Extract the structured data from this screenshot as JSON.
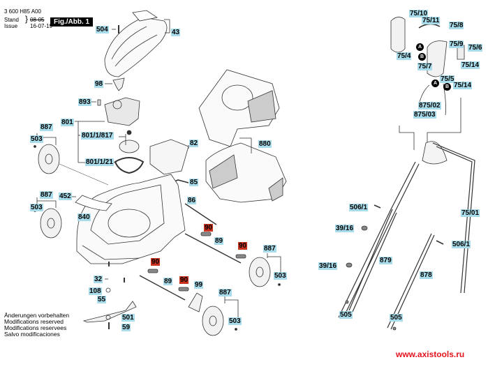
{
  "header": {
    "part_number": "3 600 H85 A00",
    "stand_label": "Stand",
    "issue_label": "Issue",
    "stand_value": "08-05",
    "issue_value": "16-07-19",
    "figure_label": "Fig./Abb. 1"
  },
  "notes": [
    "Änderungen vorbehalten",
    "Modifications reserved",
    "Modifications reservees",
    "Salvo modificaciones"
  ],
  "website": "www.axistools.ru",
  "colors": {
    "label_bg": "#a9dcea",
    "highlight_bg": "#c8321e",
    "url_color": "#e4141e"
  },
  "labels": {
    "p504": "504",
    "p43": "43",
    "p98": "98",
    "p893": "893",
    "p801": "801",
    "p801_1_817": "801/1/817",
    "p801_1_21": "801/1/21",
    "p82": "82",
    "p880": "880",
    "p887a": "887",
    "p503a": "503",
    "p887b": "887",
    "p503b": "503",
    "p452": "452",
    "p840": "840",
    "p85": "85",
    "p86": "86",
    "p90a": "90",
    "p89a": "89",
    "p90b": "90",
    "p887c": "887",
    "p503c": "503",
    "p90c": "90",
    "p90d": "90",
    "p89b": "89",
    "p99": "99",
    "p32": "32",
    "p108": "108",
    "p55": "55",
    "p501": "501",
    "p59": "59",
    "p887d": "887",
    "p503d": "503",
    "p75_10": "75/10",
    "p75_11": "75/11",
    "p75_8": "75/8",
    "p75_9": "75/9",
    "p75_6": "75/6",
    "p75_4": "75/4",
    "p75_7": "75/7",
    "p75_14a": "75/14",
    "p75_5": "75/5",
    "p75_14b": "75/14",
    "p875_02": "875/02",
    "p875_03": "875/03",
    "p506_1a": "506/1",
    "p75_01": "75/01",
    "p39_16a": "39/16",
    "p506_1b": "506/1",
    "p879": "879",
    "p39_16b": "39/16",
    "p878": "878",
    "p505a": "505",
    "p505b": "505"
  },
  "badges": {
    "a": "A",
    "b": "B"
  }
}
